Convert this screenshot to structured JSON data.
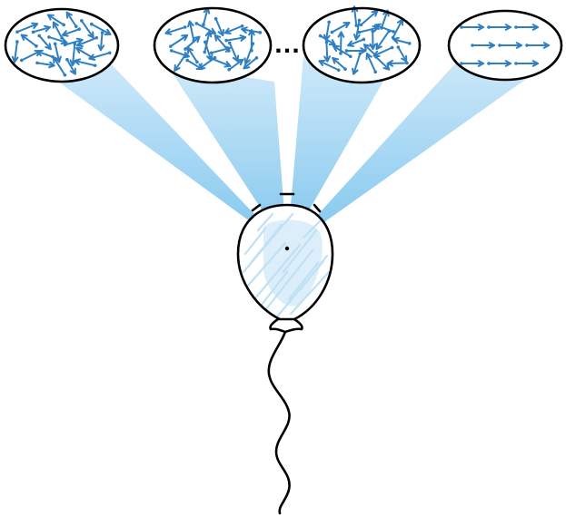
{
  "diagram": {
    "ellipsis": "…",
    "colors": {
      "arrow": "#2f7fc1",
      "beam_top": "#7fc6ee",
      "beam_bottom": "#cfe9f9",
      "balloon_fill": "#bfe0f5",
      "outline": "#000000"
    },
    "ensembles": [
      {
        "name": "disordered-state-1",
        "order": "random"
      },
      {
        "name": "disordered-state-2",
        "order": "random"
      },
      {
        "name": "disordered-state-3",
        "order": "random"
      },
      {
        "name": "ordered-state",
        "order": "aligned"
      }
    ]
  }
}
